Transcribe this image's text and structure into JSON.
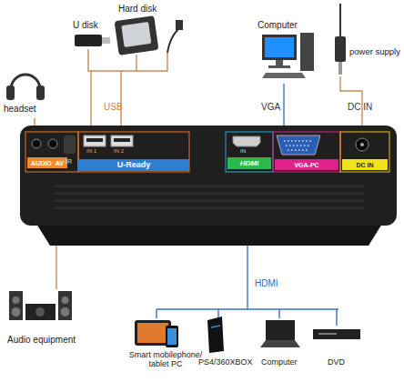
{
  "diagram": {
    "nodes": [
      {
        "text": [
          "AUDIO",
          "AV"
        ]
      },
      {
        "text": [
          "U-Ready"
        ]
      },
      {
        "text": [
          "HDMI"
        ]
      },
      {
        "text": [
          "VGA-PC"
        ]
      },
      {
        "text": [
          "DC IN"
        ]
      }
    ],
    "labels": [
      "U disk",
      "Hard disk",
      "headset",
      "USB",
      "Computer",
      "VGA",
      "power supply",
      "DC IN",
      "IR",
      "IN 1",
      "IN 2",
      "IN",
      "HDMI",
      "Audio equipment",
      "Smart mobilephone/ tablet PC",
      "PS4/360XBOX",
      "Computer",
      "DVD"
    ]
  }
}
